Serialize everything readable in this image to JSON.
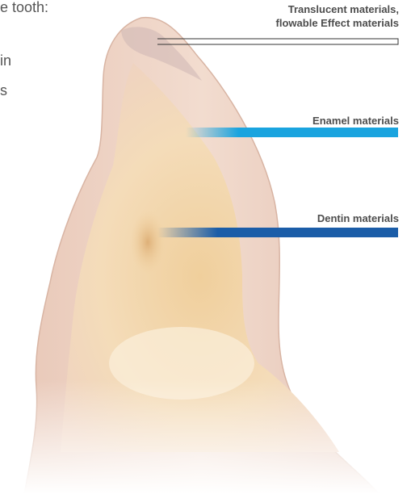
{
  "fragments": {
    "line1": "e tooth:",
    "line2": "in",
    "line3": "s"
  },
  "labels": {
    "translucent_line1": "Translucent materials,",
    "translucent_line2": "flowable Effect materials",
    "enamel": "Enamel materials",
    "dentin": "Dentin materials"
  },
  "colors": {
    "enamel_bar": "#1aa4df",
    "dentin_bar": "#1b5da8",
    "leader_line": "#333333",
    "label_text": "#4d4d4d"
  }
}
